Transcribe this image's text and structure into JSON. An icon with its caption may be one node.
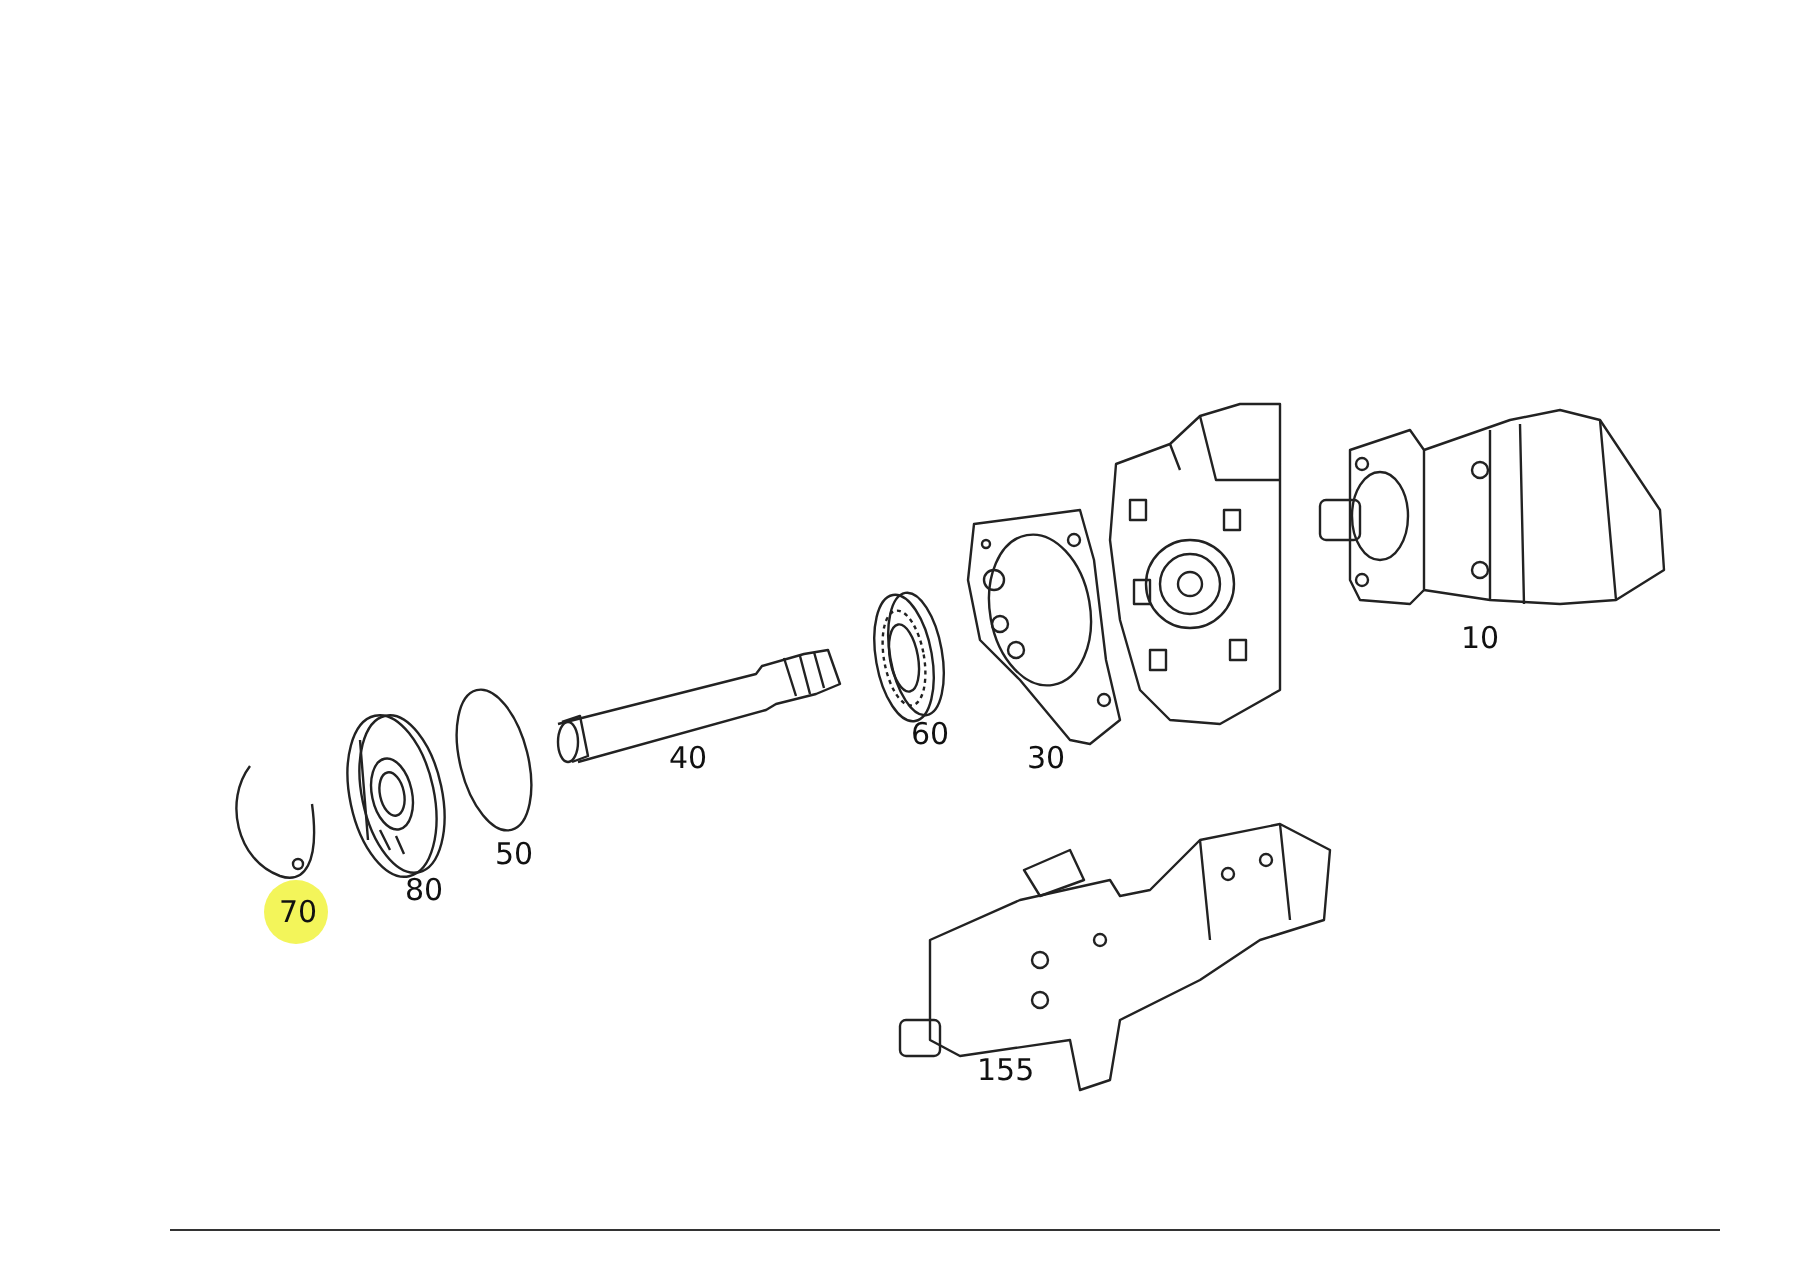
{
  "diagram": {
    "labels": [
      "10",
      "60",
      "40",
      "30",
      "50",
      "80",
      "70",
      "155"
    ]
  }
}
